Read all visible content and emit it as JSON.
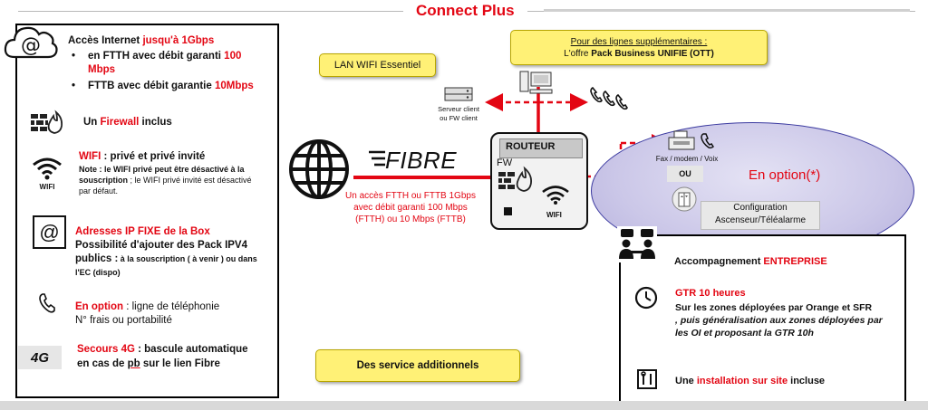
{
  "title": "Connect Plus",
  "left_panel": {
    "internet": {
      "heading_prefix": "Accès Internet ",
      "heading_highlight": "jusqu'à 1Gbps",
      "bullet1_prefix": "en FTTH avec débit garanti ",
      "bullet1_highlight": "100 Mbps",
      "bullet2_prefix": "FTTB avec débit garantie ",
      "bullet2_highlight": "10Mbps"
    },
    "firewall": {
      "prefix": "Un ",
      "highlight": "Firewall",
      "suffix": " inclus"
    },
    "wifi": {
      "icon_label": "WIFI",
      "highlight": "WIFI",
      "heading_suffix": " : privé et privé invité",
      "note": "Note : le WIFI privé peut être désactivé à la souscription",
      "note_suffix": " ; le WIFI privé invité est désactivé par défaut."
    },
    "ip": {
      "heading": "Adresses IP FIXE  de la Box",
      "line2": "Possibilité d'ajouter des Pack IPV4 publics :",
      "line2_small": " à la souscription ( à venir ) ou dans l'EC (dispo)"
    },
    "phone": {
      "highlight": "En option",
      "suffix": " : ligne de téléphonie",
      "line2": "N° frais ou portabilité"
    },
    "backup": {
      "icon_label": "4G",
      "highlight": "Secours 4G",
      "suffix": " : bascule automatique",
      "line2_a": "en cas de ",
      "line2_b": "pb",
      "line2_c": " sur le lien Fibre"
    }
  },
  "lan_box": "LAN WIFI Essentiel",
  "lines_box": {
    "line1": "Pour des lignes supplémentaires :",
    "line2_prefix": "L'offre ",
    "line2_bold": "Pack Business UNIFIE (OTT)"
  },
  "server_label": "Serveur client\nou FW client",
  "fibre_label": "FIBRE",
  "fibre_caption": "Un accès FTTH ou FTTB 1Gbps\navec débit garanti 100 Mbps\n(FTTH) ou 10 Mbps (FTTB)",
  "router": {
    "label": "ROUTEUR",
    "fw": "FW",
    "wifi": "WIFI"
  },
  "option": {
    "title": "En option(*)",
    "fax_label": "Fax / modem / Voix",
    "or_label": "OU",
    "config_label": "Configuration\nAscenseur/Téléalarme"
  },
  "services_box": "Des service additionnels",
  "right_panel": {
    "heading_prefix": "Accompagnement ",
    "heading_highlight": "ENTREPRISE",
    "gtr_title": "GTR 10 heures",
    "gtr_line1": "Sur les zones déployées par Orange et SFR",
    "gtr_line2": ", puis généralisation aux zones déployées par les OI et proposant la GTR 10h",
    "install_prefix": "Une ",
    "install_highlight": "installation sur site",
    "install_suffix": " incluse"
  },
  "colors": {
    "accent_red": "#e30613",
    "yellow": "#fff176",
    "ellipse": "#cbc7e8"
  }
}
